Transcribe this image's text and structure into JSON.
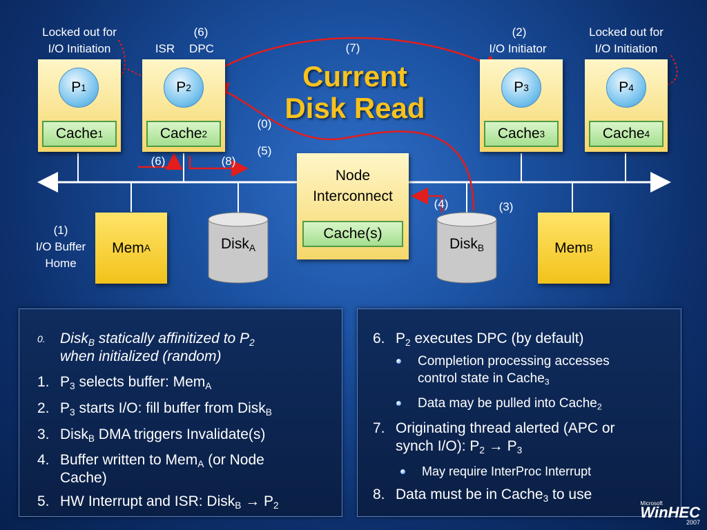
{
  "title": {
    "line1": "Current",
    "line2": "Disk Read"
  },
  "labels": {
    "locked_left_1": "Locked out for",
    "locked_left_2": "I/O Initiation",
    "six_top": "(6)",
    "isr": "ISR",
    "dpc": "DPC",
    "seven": "(7)",
    "two_top": "(2)",
    "io_initiator": "I/O Initiator",
    "locked_right_1": "Locked out for",
    "locked_right_2": "I/O Initiation",
    "zero": "(0)",
    "five": "(5)",
    "six_bus": "(6)",
    "eight_bus": "(8)",
    "four": "(4)",
    "three": "(3)",
    "one": "(1)",
    "io_buffer": "I/O Buffer",
    "home": "Home"
  },
  "processors": [
    {
      "base": "P",
      "sub": "1",
      "cache": "Cache",
      "cache_sub": "1"
    },
    {
      "base": "P",
      "sub": "2",
      "cache": "Cache",
      "cache_sub": "2"
    },
    {
      "base": "P",
      "sub": "3",
      "cache": "Cache",
      "cache_sub": "3"
    },
    {
      "base": "P",
      "sub": "4",
      "cache": "Cache",
      "cache_sub": "4"
    }
  ],
  "node": {
    "line1": "Node",
    "line2": "Interconnect",
    "cache": "Cache(s)"
  },
  "memA": {
    "base": "Mem",
    "sub": "A"
  },
  "memB": {
    "base": "Mem",
    "sub": "B"
  },
  "diskA": {
    "base": "Disk",
    "sub": "A"
  },
  "diskB": {
    "base": "Disk",
    "sub": "B"
  },
  "left_steps": [
    {
      "num": "0.",
      "a": "Disk",
      "asub": "B",
      "b": " statically affinitized to P",
      "bsub": "2",
      "line2": "when initialized (random)"
    },
    {
      "num": "1.",
      "a": "P",
      "asub": "3",
      "b": " selects buffer: Mem",
      "bsub": "A"
    },
    {
      "num": "2.",
      "a": "P",
      "asub": "3",
      "b": " starts I/O: fill buffer from Disk",
      "bsub": "B"
    },
    {
      "num": "3.",
      "a": "Disk",
      "asub": "B",
      "b": " DMA triggers Invalidate(s)"
    },
    {
      "num": "4.",
      "a": "Buffer written to Mem",
      "asub": "A",
      "b": " (or Node",
      "line2": "Cache)"
    },
    {
      "num": "5.",
      "a": "HW Interrupt and ISR: Disk",
      "asub": "B",
      "b": " → P",
      "bsub": "2"
    }
  ],
  "right_steps": {
    "s6": {
      "num": "6.",
      "a": "P",
      "asub": "2",
      "b": " executes DPC (by default)"
    },
    "s6a": {
      "line1": "Completion processing accesses",
      "line2": "control state in Cache",
      "sub": "3"
    },
    "s6b": {
      "text": "Data may be pulled into Cache",
      "sub": "2"
    },
    "s7": {
      "num": "7.",
      "line1": "Originating thread alerted (APC or",
      "line2a": "synch I/O):  P",
      "sub1": "2",
      "line2b": " → P",
      "sub2": "3"
    },
    "s7a": {
      "text": "May require InterProc Interrupt"
    },
    "s8": {
      "num": "8.",
      "a": "Data must be in Cache",
      "asub": "3",
      "b": " to use"
    }
  },
  "logo": {
    "brand": "Microsoft",
    "name": "WinHEC",
    "year": "2007"
  }
}
